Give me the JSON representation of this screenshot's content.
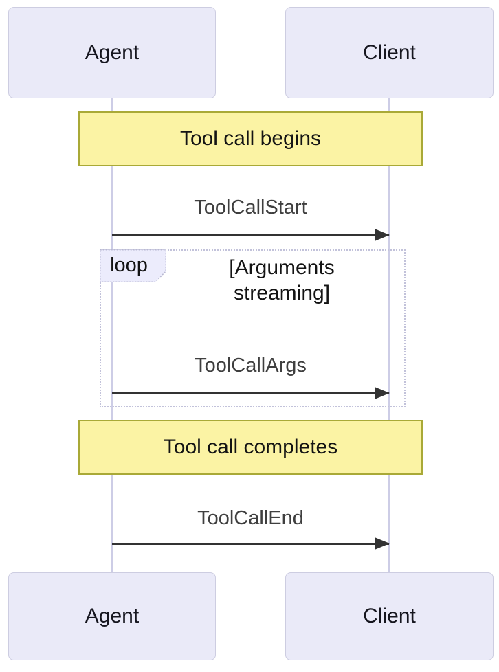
{
  "diagram_type": "sequence",
  "actors": [
    {
      "label": "Agent"
    },
    {
      "label": "Client"
    }
  ],
  "notes": [
    {
      "text": "Tool call begins"
    },
    {
      "text": "Tool call completes"
    }
  ],
  "messages": [
    {
      "label": "ToolCallStart",
      "from": "Agent",
      "to": "Client"
    },
    {
      "label": "ToolCallArgs",
      "from": "Agent",
      "to": "Client"
    },
    {
      "label": "ToolCallEnd",
      "from": "Agent",
      "to": "Client"
    }
  ],
  "loop": {
    "tag": "loop",
    "condition": "[Arguments streaming]"
  },
  "colors": {
    "background": "#FFFFFF",
    "actor_fill": "#EAEAF8",
    "actor_border": "#CDCDE1",
    "actor_text": "#16161F",
    "note_fill": "#FBF3A4",
    "note_border": "#A9A937",
    "lifeline": "#CDCDE6",
    "arrow": "#333333",
    "message_text": "#3F3F3F",
    "loop_border": "#C2C2DA",
    "loop_tag_fill": "#ECECFC",
    "text": "#141414"
  }
}
